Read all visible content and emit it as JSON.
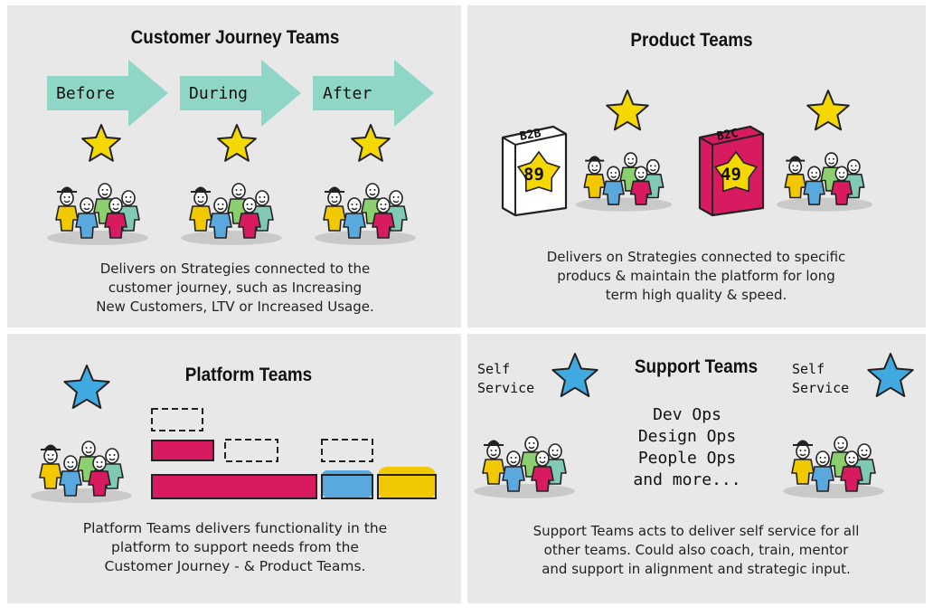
{
  "customer_journey": {
    "title": "Customer Journey Teams",
    "stages": [
      "Before",
      "During",
      "After"
    ],
    "description": [
      "Delivers on Strategies connected to the",
      "customer journey, such as Increasing",
      "New Customers, LTV or Increased Usage."
    ]
  },
  "product": {
    "title": "Product Teams",
    "boxes": [
      {
        "label": "B2B",
        "number": "89",
        "color": "#ffffff"
      },
      {
        "label": "B2C",
        "number": "49",
        "color": "#d81b60"
      }
    ],
    "description": [
      "Delivers on Strategies connected to specific",
      "producs & maintain the platform for long",
      "term high quality & speed."
    ]
  },
  "platform": {
    "title": "Platform Teams",
    "description": [
      "Platform Teams delivers functionality in the",
      "platform to support needs from the",
      "Customer Journey - & Product Teams."
    ]
  },
  "support": {
    "title": "Support Teams",
    "self_service_left": [
      "Self",
      "Service"
    ],
    "self_service_right": [
      "Self",
      "Service"
    ],
    "ops": [
      "Dev Ops",
      "Design Ops",
      "People Ops",
      "and more..."
    ],
    "description": [
      "Support Teams acts to deliver self service for all",
      "other teams. Could also coach, train, mentor",
      "and support in alignment and strategic input."
    ]
  },
  "colors": {
    "panel": "#e8e8e8",
    "arrow": "#8fd6c7",
    "star_yellow": "#f5d800",
    "star_blue": "#3fa9e0",
    "magenta": "#d81b60",
    "blue": "#5aa9de",
    "yellow": "#f2c900",
    "teal": "#7fc9b5",
    "green": "#8ccf6e"
  }
}
